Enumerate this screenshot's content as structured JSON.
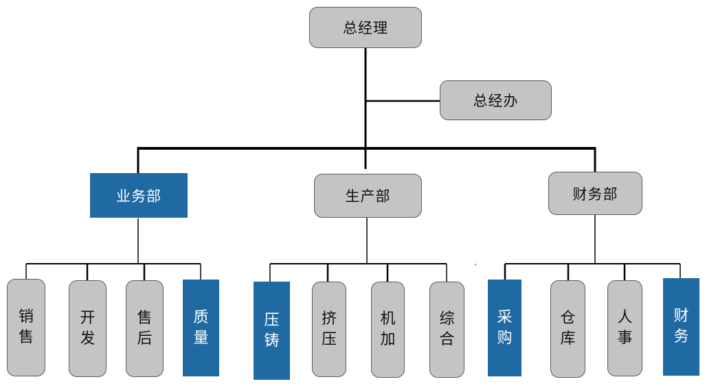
{
  "top": {
    "label": "总经理"
  },
  "office": {
    "label": "总经办"
  },
  "departments": [
    {
      "label": "业务部",
      "highlight": true,
      "sub": [
        {
          "label": "销售",
          "highlight": false
        },
        {
          "label": "开发",
          "highlight": false
        },
        {
          "label": "售后",
          "highlight": false
        },
        {
          "label": "质量",
          "highlight": true
        }
      ]
    },
    {
      "label": "生产部",
      "highlight": false,
      "sub": [
        {
          "label": "压铸",
          "highlight": true
        },
        {
          "label": "挤压",
          "highlight": false
        },
        {
          "label": "机加",
          "highlight": false
        },
        {
          "label": "综合",
          "highlight": false
        }
      ]
    },
    {
      "label": "财务部",
      "highlight": false,
      "sub": [
        {
          "label": "采购",
          "highlight": true
        },
        {
          "label": "仓库",
          "highlight": false
        },
        {
          "label": "人事",
          "highlight": false
        },
        {
          "label": "财务",
          "highlight": true
        }
      ]
    }
  ],
  "colors": {
    "box_gray": "#c4c4c4",
    "box_blue": "#1f6aa3",
    "line": "#000000"
  }
}
